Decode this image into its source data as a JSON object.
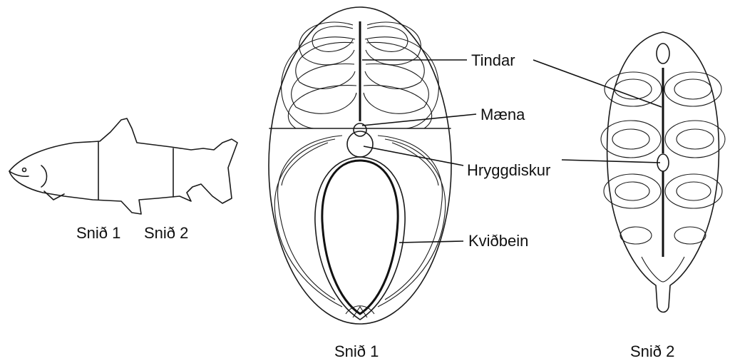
{
  "labels": {
    "fish_cut_1": "Snið 1",
    "fish_cut_2": "Snið 2",
    "tindar": "Tindar",
    "maena": "Mæna",
    "hryggdiskur": "Hryggdiskur",
    "kvidbein": "Kviðbein",
    "caption_1": "Snið 1",
    "caption_2": "Snið 2"
  },
  "colors": {
    "ink": "#1a1a1a",
    "background": "#ffffff"
  }
}
